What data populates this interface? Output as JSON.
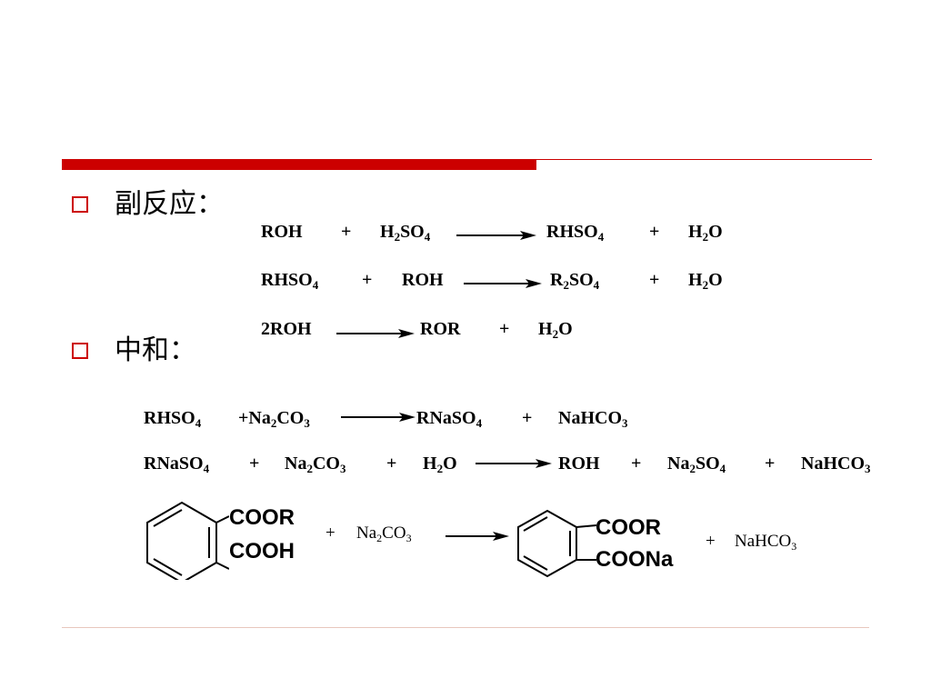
{
  "sections": {
    "side_reactions_label": "副反应：",
    "neutralization_label": "中和："
  },
  "side": {
    "r1": {
      "a": "ROH",
      "p1": "+",
      "b": "H",
      "b_s1": "2",
      "b_2": "SO",
      "b_s2": "4",
      "c": "RHSO",
      "c_s": "4",
      "p2": "+",
      "d": "H",
      "d_s": "2",
      "d_2": "O"
    },
    "r2": {
      "a": "RHSO",
      "a_s": "4",
      "p1": "+",
      "b": "ROH",
      "c": "R",
      "c_s1": "2",
      "c_2": "SO",
      "c_s2": "4",
      "p2": "+",
      "d": "H",
      "d_s": "2",
      "d_2": "O"
    },
    "r3": {
      "a": "2ROH",
      "c": "ROR",
      "p1": "+",
      "d": "H",
      "d_s": "2",
      "d_2": "O"
    }
  },
  "neut": {
    "r1": {
      "a": "RHSO",
      "a_s": "4",
      "b": "+Na",
      "b_s1": "2",
      "b_2": "CO",
      "b_s2": "3",
      "c": "RNaSO",
      "c_s": "4",
      "p1": "+",
      "d": "NaHCO",
      "d_s": "3"
    },
    "r2": {
      "a": "RNaSO",
      "a_s": "4",
      "p1": "+",
      "b": "Na",
      "b_s1": "2",
      "b_2": "CO",
      "b_s2": "3",
      "p2": "+",
      "c": "H",
      "c_s": "2",
      "c_2": "O",
      "d": "ROH",
      "p3": "+",
      "e": "Na",
      "e_s1": "2",
      "e_2": "SO",
      "e_s2": "4",
      "p4": "+",
      "f": "NaHCO",
      "f_s": "3"
    },
    "r3": {
      "sub1_top": "COOR",
      "sub1_bot": "COOH",
      "p1": "+",
      "b": "Na",
      "b_s1": "2",
      "b_2": "CO",
      "b_s2": "3",
      "sub2_top": "COOR",
      "sub2_bot": "COONa",
      "p2": "+",
      "d": "NaHCO",
      "d_s": "3"
    }
  }
}
